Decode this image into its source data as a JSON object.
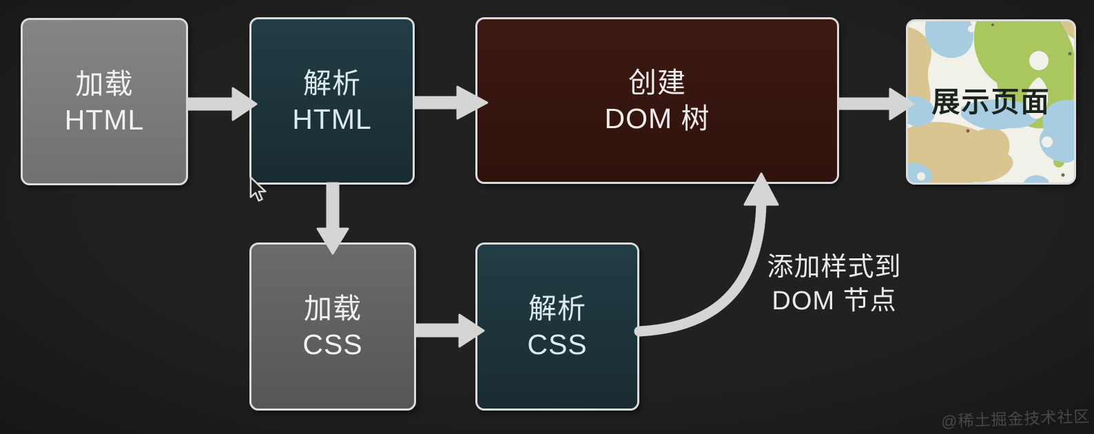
{
  "diagram_title": "browser-rendering-flow",
  "nodes": {
    "load_html": {
      "line1": "加载",
      "line2": "HTML"
    },
    "parse_html": {
      "line1": "解析",
      "line2": "HTML"
    },
    "create_dom": {
      "line1": "创建",
      "line2": "DOM 树"
    },
    "display_page": {
      "label": "展示页面"
    },
    "load_css": {
      "line1": "加载",
      "line2": "CSS"
    },
    "parse_css": {
      "line1": "解析",
      "line2": "CSS"
    }
  },
  "edges": [
    {
      "from": "load_html",
      "to": "parse_html",
      "style": "straight"
    },
    {
      "from": "parse_html",
      "to": "create_dom",
      "style": "straight"
    },
    {
      "from": "create_dom",
      "to": "display_page",
      "style": "straight"
    },
    {
      "from": "parse_html",
      "to": "load_css",
      "style": "straight-down"
    },
    {
      "from": "load_css",
      "to": "parse_css",
      "style": "straight"
    },
    {
      "from": "parse_css",
      "to": "create_dom",
      "style": "curved",
      "label": "添加样式到 DOM 节点"
    }
  ],
  "annotation": {
    "line1": "添加样式到",
    "line2": "DOM 节点"
  },
  "watermark": {
    "text": "@稀土掘金技术社区"
  },
  "icons": {
    "mouse_cursor": "arrow-cursor",
    "display_page_background": "map-thumbnail"
  },
  "colors": {
    "background": "#1d1d1d",
    "box_border": "#dbdbdb",
    "arrow": "#d5d5d5",
    "load_html_bg": "#7b7b7b",
    "parse_bg": "#1d333a",
    "create_dom_bg": "#371611",
    "load_css_bg": "#5f5f5f",
    "map_white": "#f2f1e9",
    "map_blue": "#a9cde0",
    "map_green": "#a9c75e",
    "map_tan": "#d9c58f",
    "annotation_text": "#eaeaea",
    "watermark_text": "#474747"
  }
}
